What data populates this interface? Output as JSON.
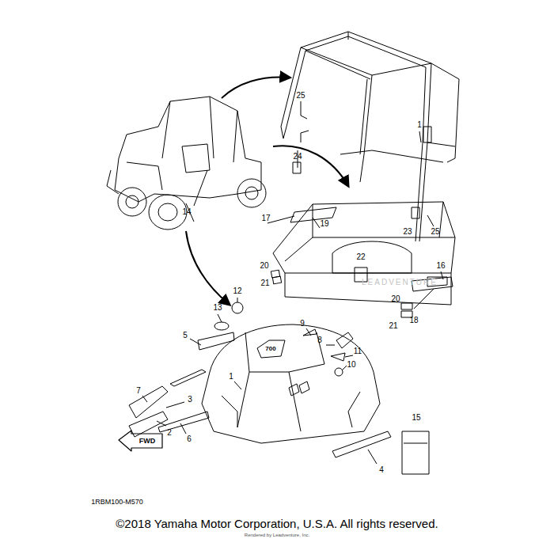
{
  "diagram": {
    "caption": "©2018 Yamaha Motor Corporation, U.S.A. All rights reserved.",
    "labels": [
      "1",
      "25",
      "24",
      "23",
      "25",
      "14",
      "17",
      "19",
      "20",
      "21",
      "22",
      "16",
      "18",
      "20",
      "21",
      "12",
      "13",
      "9",
      "8",
      "11",
      "10",
      "5",
      "7",
      "3",
      "6",
      "2",
      "4",
      "15",
      "1",
      "FWD",
      "700",
      "1RBM100-M570",
      "LEADVENTURE",
      "Rendered by Leadventure, Inc."
    ]
  }
}
